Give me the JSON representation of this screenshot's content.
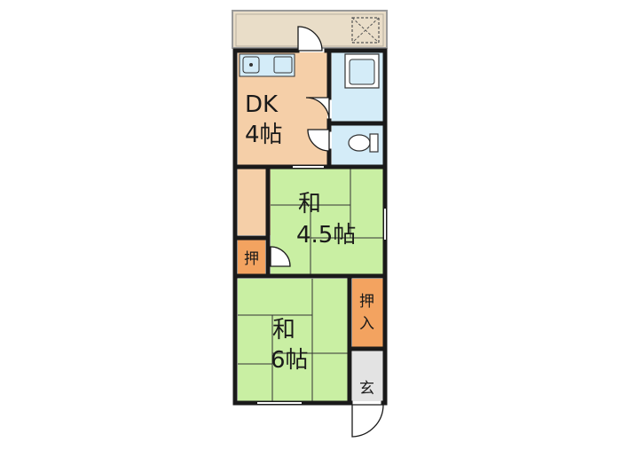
{
  "rooms": {
    "dk": {
      "name": "DK",
      "size": "4帖"
    },
    "washitsu_small": {
      "name": "和",
      "size": "4.5帖"
    },
    "washitsu_large": {
      "name": "和",
      "size": "6帖"
    },
    "oshi_small": {
      "name": "押"
    },
    "oshiire": {
      "name": "押入"
    },
    "genkan": {
      "name": "玄"
    }
  },
  "colors": {
    "wall": "#1a1a1a",
    "dk_floor": "#f5cfa8",
    "tatami": "#c9efa3",
    "wet_area": "#d4ecf8",
    "oshiire": "#f3a360",
    "genkan": "#e3e3e3",
    "balcony": "#e9ddc8"
  }
}
